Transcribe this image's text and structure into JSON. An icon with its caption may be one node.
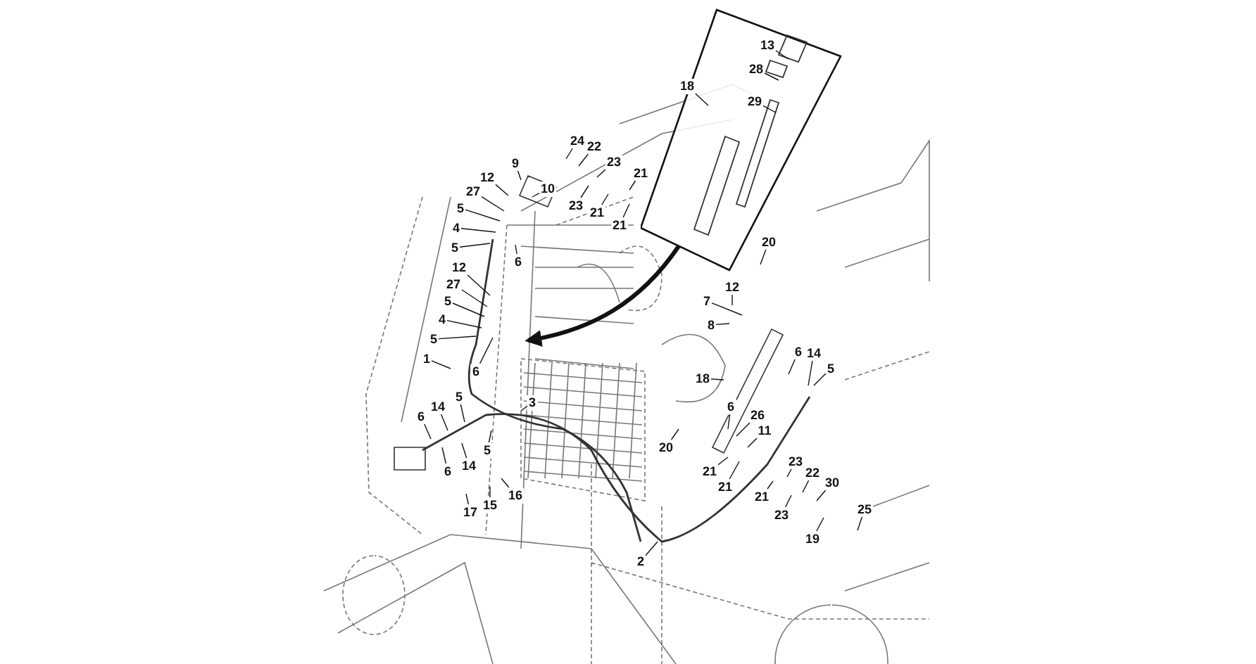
{
  "diagram": {
    "nodes": [
      {
        "text": [],
        "shape": "box"
      },
      {
        "text": [
          "13"
        ],
        "in": 0
      },
      {
        "text": [
          "28"
        ],
        "in": 0
      },
      {
        "text": [
          "18"
        ],
        "in": 0
      },
      {
        "text": [
          "29"
        ],
        "in": 0
      },
      {
        "text": [
          "9"
        ]
      },
      {
        "text": [
          "10"
        ]
      },
      {
        "text": [
          "12"
        ]
      },
      {
        "text": [
          "27"
        ]
      },
      {
        "text": [
          "5"
        ]
      },
      {
        "text": [
          "4"
        ]
      },
      {
        "text": [
          "5"
        ]
      },
      {
        "text": [
          "6"
        ]
      },
      {
        "text": [
          "12"
        ]
      },
      {
        "text": [
          "27"
        ]
      },
      {
        "text": [
          "5"
        ]
      },
      {
        "text": [
          "4"
        ]
      },
      {
        "text": [
          "5"
        ]
      },
      {
        "text": [
          "6"
        ]
      },
      {
        "text": [
          "1"
        ]
      },
      {
        "text": [
          "3"
        ]
      },
      {
        "text": [
          "24"
        ]
      },
      {
        "text": [
          "22"
        ]
      },
      {
        "text": [
          "23"
        ]
      },
      {
        "text": [
          "23"
        ]
      },
      {
        "text": [
          "21"
        ]
      },
      {
        "text": [
          "21"
        ]
      },
      {
        "text": [
          "21"
        ]
      },
      {
        "text": [
          "20"
        ]
      },
      {
        "text": [
          "12"
        ]
      },
      {
        "text": [
          "7"
        ]
      },
      {
        "text": [
          "8"
        ]
      },
      {
        "text": [
          "18"
        ]
      },
      {
        "text": [
          "6"
        ]
      },
      {
        "text": [
          "14"
        ]
      },
      {
        "text": [
          "5"
        ]
      },
      {
        "text": [
          "20"
        ]
      },
      {
        "text": [
          "6"
        ]
      },
      {
        "text": [
          "26"
        ]
      },
      {
        "text": [
          "11"
        ]
      },
      {
        "text": [
          "21"
        ]
      },
      {
        "text": [
          "21"
        ]
      },
      {
        "text": [
          "23"
        ]
      },
      {
        "text": [
          "22"
        ]
      },
      {
        "text": [
          "30"
        ]
      },
      {
        "text": [
          "21"
        ]
      },
      {
        "text": [
          "23"
        ]
      },
      {
        "text": [
          "25"
        ]
      },
      {
        "text": [
          "19"
        ]
      },
      {
        "text": [
          "5"
        ]
      },
      {
        "text": [
          "14"
        ]
      },
      {
        "text": [
          "6"
        ]
      },
      {
        "text": [
          "5"
        ]
      },
      {
        "text": [
          "14"
        ]
      },
      {
        "text": [
          "6"
        ]
      },
      {
        "text": [
          "17"
        ]
      },
      {
        "text": [
          "15"
        ]
      },
      {
        "text": [
          "16"
        ]
      },
      {
        "text": [
          "2"
        ]
      }
    ],
    "edges": [
      {
        "from": 0,
        "to": null,
        "arrow": "to",
        "style": "thick"
      },
      {
        "from": 1,
        "to": null,
        "arrow": "none"
      },
      {
        "from": 2,
        "to": null,
        "arrow": "none"
      },
      {
        "from": 3,
        "to": null,
        "arrow": "none"
      },
      {
        "from": 4,
        "to": null,
        "arrow": "none"
      },
      {
        "from": 5,
        "to": null,
        "arrow": "none"
      },
      {
        "from": 6,
        "to": null,
        "arrow": "none"
      },
      {
        "from": 7,
        "to": null,
        "arrow": "none"
      },
      {
        "from": 8,
        "to": null,
        "arrow": "none"
      },
      {
        "from": 9,
        "to": null,
        "arrow": "none"
      },
      {
        "from": 10,
        "to": null,
        "arrow": "none"
      },
      {
        "from": 11,
        "to": null,
        "arrow": "none"
      },
      {
        "from": 12,
        "to": null,
        "arrow": "none"
      },
      {
        "from": 13,
        "to": null,
        "arrow": "none"
      },
      {
        "from": 14,
        "to": null,
        "arrow": "none"
      },
      {
        "from": 15,
        "to": null,
        "arrow": "none"
      },
      {
        "from": 16,
        "to": null,
        "arrow": "none"
      },
      {
        "from": 17,
        "to": null,
        "arrow": "none"
      },
      {
        "from": 18,
        "to": null,
        "arrow": "none"
      },
      {
        "from": 19,
        "to": null,
        "arrow": "none"
      },
      {
        "from": 20,
        "to": null,
        "arrow": "none"
      },
      {
        "from": 21,
        "to": null,
        "arrow": "none"
      },
      {
        "from": 22,
        "to": null,
        "arrow": "none"
      },
      {
        "from": 23,
        "to": null,
        "arrow": "none"
      },
      {
        "from": 24,
        "to": null,
        "arrow": "none"
      },
      {
        "from": 25,
        "to": null,
        "arrow": "none"
      },
      {
        "from": 26,
        "to": null,
        "arrow": "none"
      },
      {
        "from": 27,
        "to": null,
        "arrow": "none"
      },
      {
        "from": 28,
        "to": null,
        "arrow": "none"
      },
      {
        "from": 29,
        "to": null,
        "arrow": "none"
      },
      {
        "from": 30,
        "to": null,
        "arrow": "none"
      },
      {
        "from": 31,
        "to": null,
        "arrow": "none"
      },
      {
        "from": 32,
        "to": null,
        "arrow": "none"
      },
      {
        "from": 33,
        "to": null,
        "arrow": "none"
      },
      {
        "from": 34,
        "to": null,
        "arrow": "none"
      },
      {
        "from": 35,
        "to": null,
        "arrow": "none"
      },
      {
        "from": 36,
        "to": null,
        "arrow": "none"
      },
      {
        "from": 37,
        "to": null,
        "arrow": "none"
      },
      {
        "from": 38,
        "to": null,
        "arrow": "none"
      },
      {
        "from": 39,
        "to": null,
        "arrow": "none"
      },
      {
        "from": 40,
        "to": null,
        "arrow": "none"
      },
      {
        "from": 41,
        "to": null,
        "arrow": "none"
      },
      {
        "from": 42,
        "to": null,
        "arrow": "none"
      },
      {
        "from": 43,
        "to": null,
        "arrow": "none"
      },
      {
        "from": 44,
        "to": null,
        "arrow": "none"
      },
      {
        "from": 45,
        "to": null,
        "arrow": "none"
      },
      {
        "from": 46,
        "to": null,
        "arrow": "none"
      },
      {
        "from": 47,
        "to": null,
        "arrow": "none"
      },
      {
        "from": 48,
        "to": null,
        "arrow": "none"
      },
      {
        "from": 49,
        "to": null,
        "arrow": "none"
      },
      {
        "from": 50,
        "to": null,
        "arrow": "none"
      },
      {
        "from": 51,
        "to": null,
        "arrow": "none"
      },
      {
        "from": 52,
        "to": null,
        "arrow": "none"
      },
      {
        "from": 53,
        "to": null,
        "arrow": "none"
      },
      {
        "from": 54,
        "to": null,
        "arrow": "none"
      },
      {
        "from": 55,
        "to": null,
        "arrow": "none"
      },
      {
        "from": 56,
        "to": null,
        "arrow": "none"
      },
      {
        "from": 57,
        "to": null,
        "arrow": "none"
      },
      {
        "from": 58,
        "to": null,
        "arrow": "none"
      }
    ]
  }
}
